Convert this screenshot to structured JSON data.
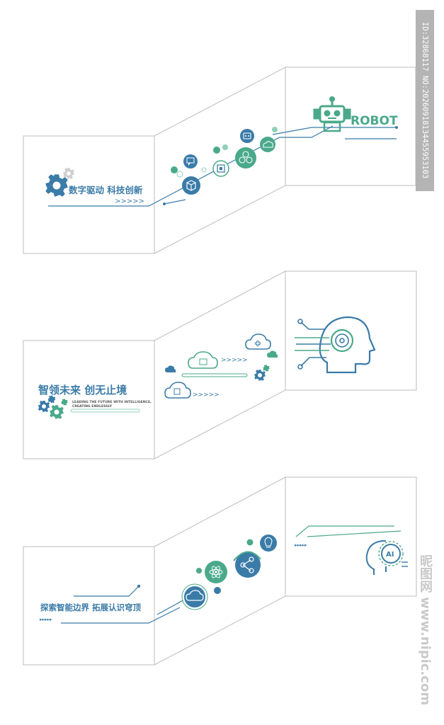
{
  "colors": {
    "primary": "#3a7ba8",
    "accent": "#4aa98a",
    "light_accent": "#8fd0b8",
    "panel_border": "#bdbdbd",
    "gear_gray": "#d0d0d0"
  },
  "panel1": {
    "slogan": "数字驱动 科技创新",
    "arrows": ">>>>>",
    "robot_label": "ROBOT",
    "icons": [
      "gear-icon",
      "cube-icon",
      "chat-icon",
      "chip-icon",
      "robot-head-icon",
      "molecule-icon",
      "cloud-wifi-icon",
      "robot-icon"
    ]
  },
  "panel2": {
    "slogan": "智领未来 创无止境",
    "subtitle_line1": "LEADING THE FUTURE WITH INTELLIGENCE,",
    "subtitle_line2": "CREATING ENDLESSLY",
    "arrows_top": ">>>>>",
    "arrows_bottom": ">>>>>",
    "icons": [
      "cloud-icon",
      "cloud-atom-icon",
      "gear-icon",
      "ai-head-circuit-icon"
    ]
  },
  "panel3": {
    "slogan": "探索智能边界 拓展认识穹顶",
    "arrows_left": "▸▸▸▸▸",
    "arrows_right": "▸▸▸▸▸",
    "ai_label": "AI",
    "icons": [
      "cloud-gear-icon",
      "atom-icon",
      "network-share-icon",
      "lightbulb-icon",
      "ai-head-icon"
    ]
  },
  "side_label": "ID:32868117 NO:20260918134455953103",
  "watermark": "昵图网 www.nipic.com"
}
